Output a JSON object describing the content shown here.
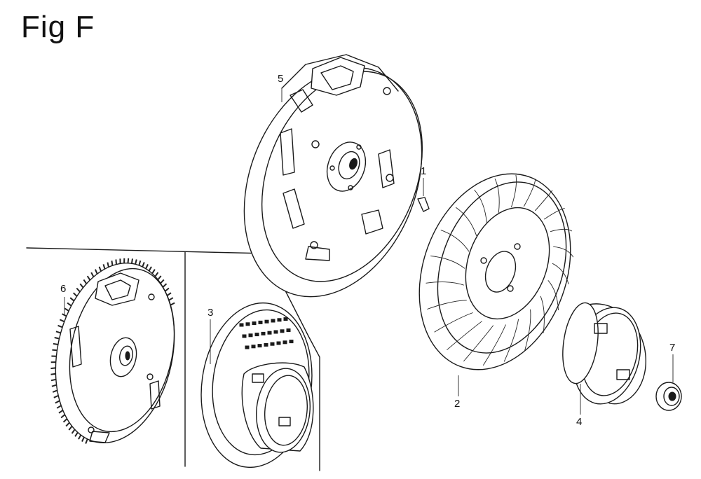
{
  "figure": {
    "title": "Fig F"
  },
  "callouts": {
    "c1": "1",
    "c2": "2",
    "c3": "3",
    "c4": "4",
    "c5": "5",
    "c6": "6",
    "c7": "7"
  }
}
